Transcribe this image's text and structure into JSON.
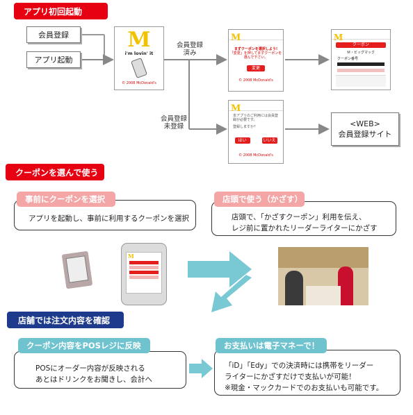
{
  "sections": {
    "first_launch": "アプリ初回起動",
    "choose_coupon": "クーポンを選んで使う",
    "store_confirm": "店舗では注文内容を確認"
  },
  "start": {
    "register": "会員登録",
    "launch": "アプリ起動"
  },
  "splash": {
    "tagline": "i'm lovin' it",
    "copyright": "© 2008 McDonald's"
  },
  "branch": {
    "registered": "会員登録\n済み",
    "unregistered": "会員登録\n未登録"
  },
  "screen_registered": {
    "line1": "まずクーポンを選択しよう!",
    "line2": "「変更」を押してまずクーポンを",
    "line3": "選んで下さい。",
    "button": "変更",
    "copyright": "© 2008 McDonald's"
  },
  "screen_coupon_list": {
    "header": "クーポン",
    "item": "Ｍ・ビッグマック",
    "label": "クーポン番号"
  },
  "screen_unregistered": {
    "text": "本アプリのご利用には会員登録が必要です。",
    "question": "登録しますか？",
    "yes": "はい",
    "no": "いいえ",
    "copyright": "© 2008 McDonald's"
  },
  "web": {
    "title": "<WEB>",
    "subtitle": "会員登録サイト"
  },
  "steps": {
    "pre_select": {
      "title": "事前にクーポンを選択",
      "body": "アプリを起動し、事前に利用するクーポンを選択"
    },
    "in_store": {
      "title": "店頭で使う（かざす）",
      "body_line1": "店頭で、「かざすクーポン」利用を伝え、",
      "body_line2": "レジ前に置かれたリーダーライターにかざす"
    },
    "pos": {
      "title": "クーポン内容をPOSレジに反映",
      "body_line1": "POSにオーダー内容が反映される",
      "body_line2": "あとはドリンクをお聞きし、会計へ"
    },
    "payment": {
      "title": "お支払いは電子マネーで！",
      "body_line1": "「iD」「Edy」での決済時には携帯をリーダー",
      "body_line2": "ライターにかざすだけで支払いが可能！",
      "body_line3": "※現金・マックカードでのお支払いも可能です。"
    }
  },
  "colors": {
    "red": "#e60012",
    "navy": "#1e3a8c",
    "pink": "#f4a6a6",
    "teal": "#6fc3cf",
    "arrow_teal": "#78c9d3"
  }
}
